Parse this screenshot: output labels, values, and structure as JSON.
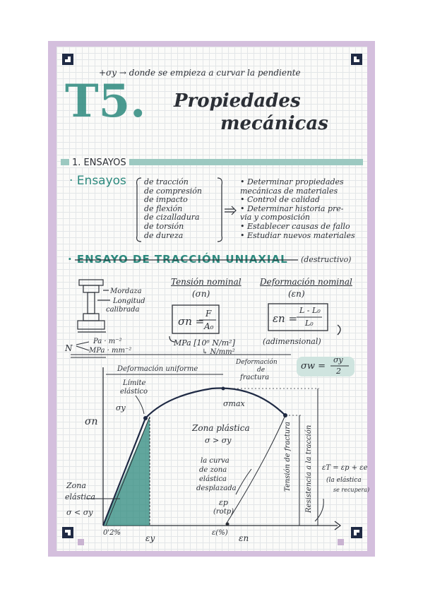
{
  "note": {
    "top_remark": "+σy → donde se empieza a curvar la pendiente",
    "chapter": "T5.",
    "title_line1": "Propiedades",
    "title_line2": "mecánicas",
    "section": "1. ENSAYOS",
    "ensayos": {
      "heading": "· Ensayos",
      "types": [
        "de tracción",
        "de compresión",
        "de impacto",
        "de flexión",
        "de cizalladura",
        "de torsión",
        "de dureza"
      ],
      "purposes": [
        "• Determinar propiedades",
        "mecánicas de materiales",
        "• Control de calidad",
        "• Determinar historia pre-",
        "via y composición",
        "• Establecer causas de fallo",
        "• Estudiar nuevos materiales"
      ]
    },
    "traccion": {
      "heading": "· ENSAYO DE TRACCIÓN UNIAXIAL",
      "heading_note": "(destructivo)",
      "specimen_labels": [
        "Mordaza",
        "Longitud",
        "calibrada"
      ],
      "tension_label": "Tensión nominal",
      "tension_symbol": "(σn)",
      "tension_formula_lhs": "σn =",
      "tension_formula_num": "F",
      "tension_formula_den": "A₀",
      "tension_units": "MPa [10⁶ N/m²]",
      "tension_units2": "↳ N/mm²",
      "deform_label": "Deformación nominal",
      "deform_symbol": "(εn)",
      "deform_formula_lhs": "εn =",
      "deform_formula_num": "L - L₀",
      "deform_formula_den": "L₀",
      "deform_units": "(adimensional)",
      "units_left1": "Pa · m⁻²",
      "units_left2": "MPa · mm⁻²",
      "units_left_n": "N",
      "sigma_w_lhs": "σw =",
      "sigma_w_num": "σy",
      "sigma_w_den": "2"
    },
    "graph": {
      "y_axis": "σn",
      "x_axis": "εn",
      "deform_uniforme": "Deformación uniforme",
      "deform_fractura": [
        "Deformación",
        "de",
        "fractura"
      ],
      "limite_elastico": [
        "Límite",
        "elástico"
      ],
      "sigma_y": "σy",
      "sigma_max": "σmax",
      "zona_plastica": "Zona plástica",
      "zona_plastica_cond": "σ > σy",
      "curva_note": [
        "la curva",
        "de zona",
        "elástica",
        "desplazada"
      ],
      "ep_label": [
        "εp",
        "(rotp)"
      ],
      "zona_elastica": [
        "Zona",
        "elástica"
      ],
      "zona_elastica_cond": "σ < σy",
      "x_02": "0'2%",
      "x_ey": "εy",
      "x_ep": "ε(%)",
      "tension_fractura": "Tensión de fractura",
      "resistencia": "Resistencia a la tracción",
      "total_formula": "εT = εp + εe",
      "elastic_note": [
        "(la elástica",
        "se recupera)"
      ]
    }
  },
  "colors": {
    "teal": "#2d8a7e",
    "lilac": "#d4bfdd",
    "ink": "#2b2f36"
  }
}
